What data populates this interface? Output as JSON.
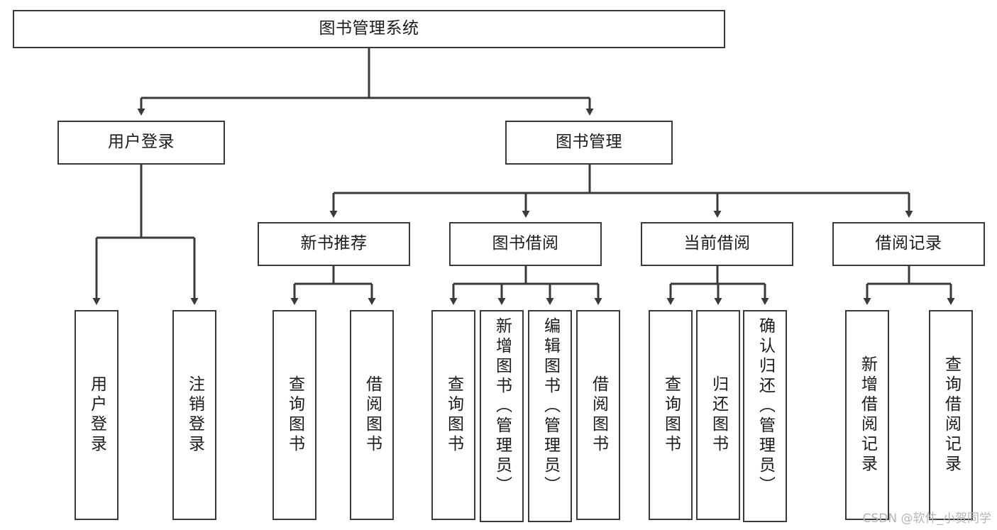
{
  "diagram": {
    "type": "tree-hierarchy-chart",
    "title": "图书管理系统",
    "watermark": "CSDN @软件_小贺同学",
    "colors": {
      "box_border": "#3a3a3a",
      "box_fill": "#ffffff",
      "connector": "#3a3a3a",
      "text": "#1b1b1b",
      "watermark": "#b4b4b4"
    },
    "levels": {
      "root": {
        "label": "图书管理系统"
      },
      "level2": [
        {
          "label": "用户登录"
        },
        {
          "label": "图书管理"
        }
      ],
      "level3": [
        {
          "label": "新书推荐"
        },
        {
          "label": "图书借阅"
        },
        {
          "label": "当前借阅"
        },
        {
          "label": "借阅记录"
        }
      ],
      "leaves_user_login": [
        {
          "label": "用户登录"
        },
        {
          "label": "注销登录"
        }
      ],
      "leaves_new_book": [
        {
          "label": "查询图书"
        },
        {
          "label": "借阅图书"
        }
      ],
      "leaves_borrow": [
        {
          "label": "查询图书"
        },
        {
          "label": "新增图书（管理员）"
        },
        {
          "label": "编辑图书（管理员）"
        },
        {
          "label": "借阅图书"
        }
      ],
      "leaves_current": [
        {
          "label": "查询图书"
        },
        {
          "label": "归还图书"
        },
        {
          "label": "确认归还（管理员）"
        }
      ],
      "leaves_record": [
        {
          "label": "新增借阅记录"
        },
        {
          "label": "查询借阅记录"
        }
      ]
    }
  }
}
